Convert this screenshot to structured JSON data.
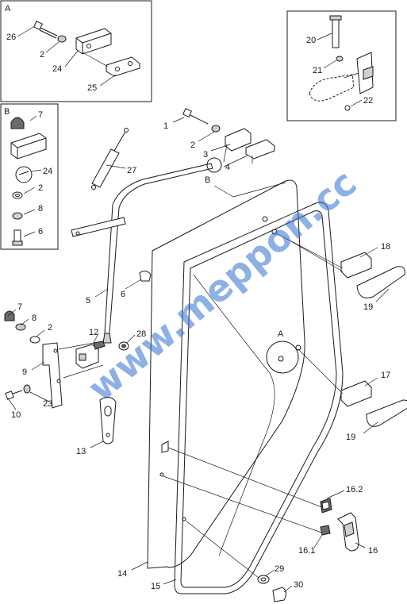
{
  "inset_a": {
    "title": "A",
    "callouts": [
      "26",
      "2",
      "24",
      "25"
    ]
  },
  "inset_b": {
    "title": "B",
    "callouts": [
      "7",
      "24",
      "2",
      "8",
      "6"
    ]
  },
  "inset_hinge": {
    "callouts": [
      "20",
      "21",
      "22"
    ]
  },
  "main": {
    "detail_a_label": "A",
    "detail_b_label": "B",
    "callouts": [
      "1",
      "2",
      "3",
      "4",
      "27",
      "5",
      "6",
      "18",
      "19",
      "7",
      "8",
      "2",
      "12",
      "28",
      "9",
      "17",
      "10",
      "23",
      "13",
      "19",
      "16.2",
      "16.1",
      "16",
      "14",
      "29",
      "15",
      "30"
    ]
  },
  "watermark": "www.meppon.cc",
  "colors": {
    "line": "#1a1a1a",
    "watermark": "#2f6fd0",
    "shade": "#cfcfcf"
  }
}
